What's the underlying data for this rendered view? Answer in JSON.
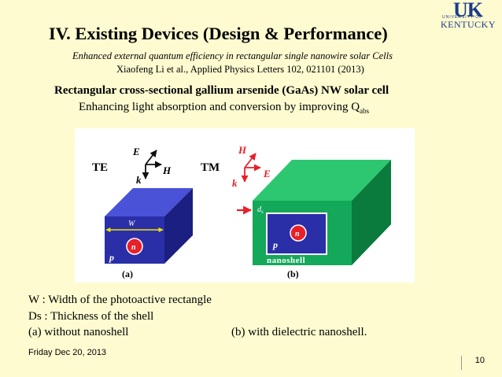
{
  "logo": {
    "big": "UK",
    "small": "UNIVERSITY OF",
    "state": "KENTUCKY"
  },
  "slide": {
    "title": "IV. Existing Devices (Design & Performance)",
    "paper_title": "Enhanced external quantum efficiency in rectangular single nanowire solar Cells",
    "citation": "Xiaofeng Li et al., Applied Physics Letters 102, 021101 (2013)",
    "heading": "Rectangular cross-sectional gallium arsenide (GaAs) NW solar cell",
    "subheading_text": "Enhancing light absorption and conversion by improving Q",
    "subheading_sub": "abs"
  },
  "figure": {
    "panel_a": {
      "mode": "TE",
      "axes": {
        "e": "E",
        "h": "H",
        "k": "k"
      },
      "width_label": "W",
      "core_label": "n",
      "shell_label": "p",
      "caption": "(a)"
    },
    "panel_b": {
      "mode": "TM",
      "axes": {
        "h": "H",
        "e": "E",
        "k": "k"
      },
      "shell_thickness_label": "d",
      "shell_thickness_sub": "s",
      "core_label": "n",
      "shell_label": "p",
      "nanoshell_label": "nanoshell",
      "caption": "(b)"
    },
    "colors": {
      "blue": "#2a2fa8",
      "green": "#14a85a",
      "core_red": "#e8202a",
      "arrow_red": "#e8202a",
      "arrow_yellow": "#f5e400"
    }
  },
  "notes": {
    "line1": "W : Width of the photoactive rectangle",
    "line2": "Ds : Thickness of the shell",
    "line3a": "(a)   without nanoshell",
    "line3b": "(b)  with dielectric nanoshell."
  },
  "footer": {
    "date": "Friday Dec 20, 2013",
    "page": "10"
  }
}
